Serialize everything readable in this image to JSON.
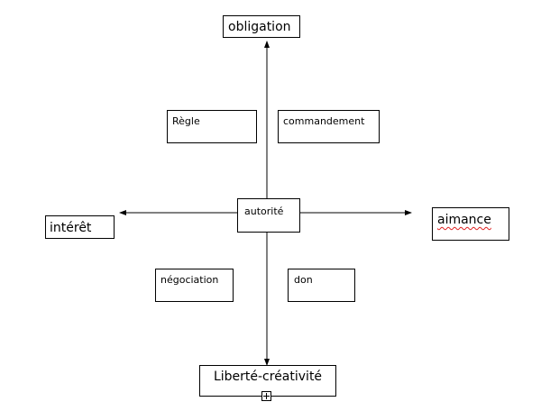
{
  "diagram": {
    "axis_top": "obligation",
    "axis_bottom": "Liberté-créativité",
    "axis_left": "intérêt",
    "axis_right": "aimance",
    "center": "autorité",
    "quadrant_top_left": "Règle",
    "quadrant_top_right": "commandement",
    "quadrant_bottom_left": "négociation",
    "quadrant_bottom_right": "don"
  },
  "colors": {
    "line": "#000000",
    "spellcheck_underline": "#e02020"
  }
}
